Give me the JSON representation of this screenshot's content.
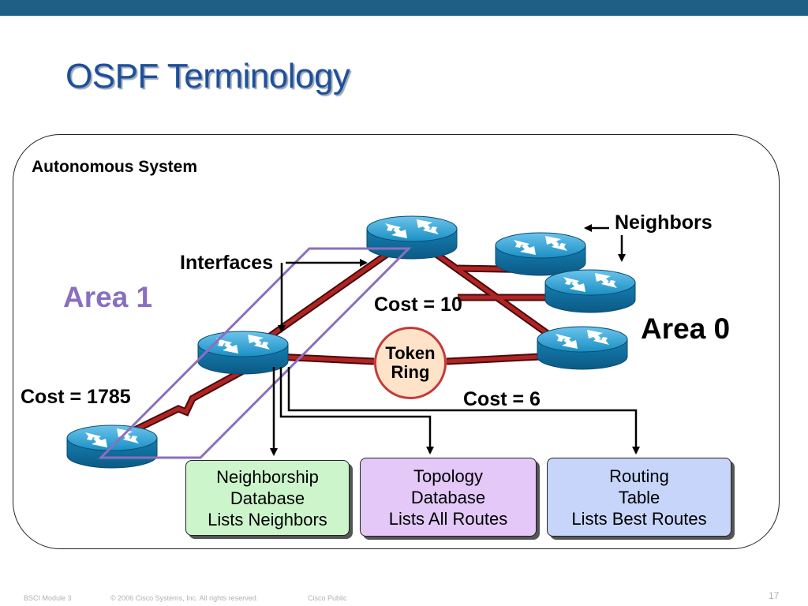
{
  "slide": {
    "title": "OSPF Terminology"
  },
  "diagram": {
    "autonomous_system": "Autonomous System",
    "area1": "Area 1",
    "area0": "Area 0",
    "neighbors": "Neighbors",
    "interfaces": "Interfaces",
    "cost_10": "Cost = 10",
    "cost_1785": "Cost = 1785",
    "cost_6": "Cost = 6",
    "token_ring": "Token\nRing"
  },
  "databases": {
    "neighborship": "Neighborship\nDatabase\nLists Neighbors",
    "topology": "Topology\nDatabase\nLists All Routes",
    "routing": "Routing\nTable\nLists Best Routes"
  },
  "footer": {
    "module": "BSCI Module 3",
    "copyright": "© 2006 Cisco Systems, Inc. All rights reserved.",
    "classification": "Cisco Public",
    "page_number": "17"
  },
  "colors": {
    "header_bar": "#1f5f86",
    "title": "#1f4e9a",
    "link_red": "#a01c1c",
    "router_blue": "#1a8fc4",
    "area1_purple": "#8a6fbf"
  }
}
